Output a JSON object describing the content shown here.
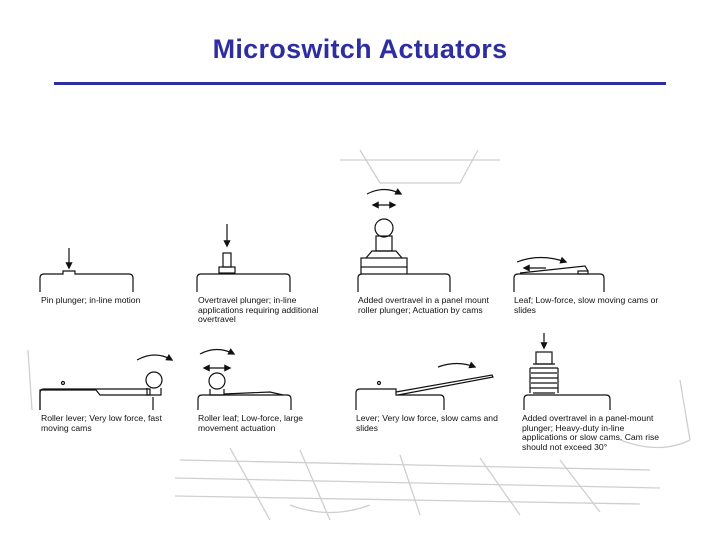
{
  "title": "Microswitch Actuators",
  "colors": {
    "title": "#2e2ea0",
    "rule": "#2e2ea0",
    "line": "#111111",
    "watermark": "#c9c9c9"
  },
  "actuators": [
    {
      "caption": "Pin plunger; in-line motion"
    },
    {
      "caption": "Overtravel plunger; in-line applications requiring additional overtravel"
    },
    {
      "caption": "Added overtravel in a panel mount roller plunger; Actuation by cams"
    },
    {
      "caption": "Leaf; Low-force, slow moving cams or slides"
    },
    {
      "caption": "Roller lever; Very low force, fast moving cams"
    },
    {
      "caption": "Roller leaf; Low-force, large movement actuation"
    },
    {
      "caption": "Lever; Very low force, slow cams and slides"
    },
    {
      "caption": "Added overtravel in a panel-mount plunger; Heavy-duty in-line applications or slow cams. Cam rise should not exceed 30°"
    }
  ]
}
